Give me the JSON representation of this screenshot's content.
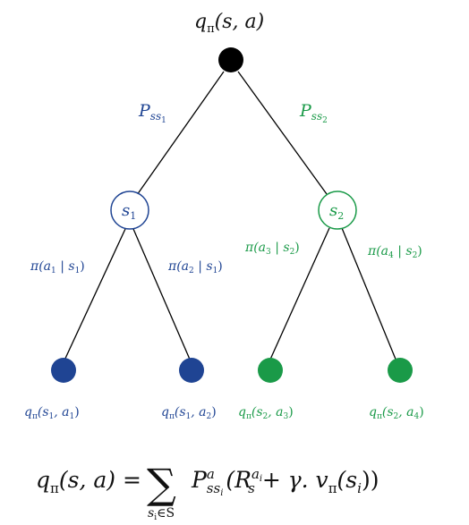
{
  "colors": {
    "root": "#000000",
    "branch1": "#1f4493",
    "branch2": "#1a9a48",
    "edge": "#000000"
  },
  "root_label": {
    "base": "q",
    "sub": "π",
    "args": "(s, a)"
  },
  "transitions": [
    {
      "base": "P",
      "sub": "ss",
      "subsub": "1"
    },
    {
      "base": "P",
      "sub": "ss",
      "subsub": "2"
    }
  ],
  "states": [
    {
      "base": "s",
      "sub": "1"
    },
    {
      "base": "s",
      "sub": "2"
    }
  ],
  "policies": [
    {
      "pre": "π(a",
      "a_sub": "1",
      "mid": " | s",
      "s_sub": "1",
      "post": ")"
    },
    {
      "pre": "π(a",
      "a_sub": "2",
      "mid": " | s",
      "s_sub": "1",
      "post": ")"
    },
    {
      "pre": "π(a",
      "a_sub": "3",
      "mid": " | s",
      "s_sub": "2",
      "post": ")"
    },
    {
      "pre": "π(a",
      "a_sub": "4",
      "mid": " | s",
      "s_sub": "2",
      "post": ")"
    }
  ],
  "leaves": [
    {
      "base": "q",
      "sub": "π",
      "pre": "(s",
      "s_sub": "1",
      "mid": ", a",
      "a_sub": "1",
      "post": ")"
    },
    {
      "base": "q",
      "sub": "π",
      "pre": "(s",
      "s_sub": "1",
      "mid": ", a",
      "a_sub": "2",
      "post": ")"
    },
    {
      "base": "q",
      "sub": "π",
      "pre": "(s",
      "s_sub": "2",
      "mid": ", a",
      "a_sub": "3",
      "post": ")"
    },
    {
      "base": "q",
      "sub": "π",
      "pre": "(s",
      "s_sub": "2",
      "mid": ", a",
      "a_sub": "4",
      "post": ")"
    }
  ],
  "equation": {
    "lhs_base": "q",
    "lhs_sub": "π",
    "lhs_args": "(s, a) =",
    "sum": "∑",
    "sum_under": "s",
    "sum_under_sub": "i",
    "sum_under_rest": "∈S",
    "p_base": "P",
    "p_sup": "a",
    "p_sub": "ss",
    "p_subsub": "i",
    "open": "(R",
    "r_sup": "a",
    "r_supsub": "i",
    "r_sub": "s",
    "plus": "+ γ. v",
    "v_sub": "π",
    "v_args": "(s",
    "v_args_sub": "i",
    "close": "))"
  }
}
